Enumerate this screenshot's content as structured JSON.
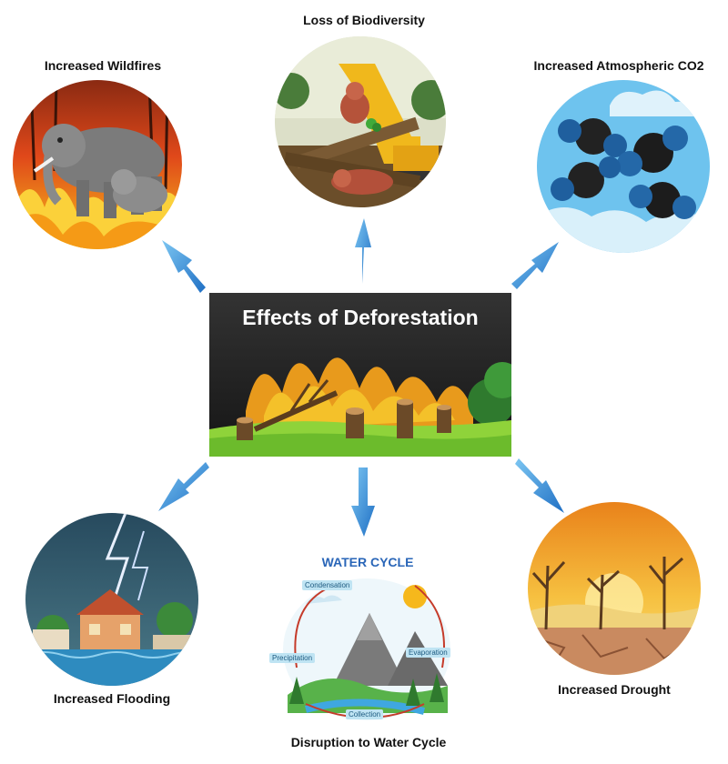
{
  "center": {
    "title": "Effects of Deforestation"
  },
  "effects": {
    "wildfires": "Increased Wildfires",
    "biodiversity": "Loss of Biodiversity",
    "co2": "Increased Atmospheric CO2",
    "flooding": "Increased Flooding",
    "water_cycle": "Disruption to Water Cycle",
    "drought": "Increased Drought"
  },
  "water_cycle_diagram": {
    "title": "WATER CYCLE",
    "condensation": "Condensation",
    "precipitation": "Precipitation",
    "evaporation": "Evaporation",
    "collection": "Collection"
  },
  "colors": {
    "arrow": "#2e86d8",
    "panel": "#2d2d2d"
  }
}
